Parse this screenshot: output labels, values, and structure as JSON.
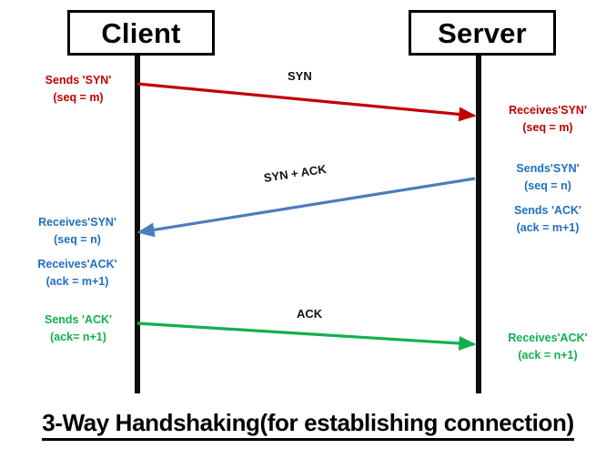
{
  "diagram": {
    "actors": {
      "client": "Client",
      "server": "Server"
    },
    "arrow_labels": {
      "first": "SYN",
      "second": "SYN + ACK",
      "third": "ACK"
    },
    "notes": {
      "client_sends_syn": {
        "line1": "Sends 'SYN'",
        "line2": "(seq = m)"
      },
      "server_receives_syn": {
        "line1": "Receives'SYN'",
        "line2": "(seq = m)"
      },
      "server_sends": {
        "line1": "Sends'SYN'",
        "line2": "(seq = n)",
        "line3": "Sends 'ACK'",
        "line4": "(ack = m+1)"
      },
      "client_receives": {
        "line1": "Receives'SYN'",
        "line2": "(seq = n)",
        "line3": "Receives'ACK'",
        "line4": "(ack = m+1)"
      },
      "client_sends_ack": {
        "line1": "Sends 'ACK'",
        "line2": "(ack= n+1)"
      },
      "server_receives_ack": {
        "line1": "Receives'ACK'",
        "line2": "(ack = n+1)"
      }
    },
    "caption": "3-Way Handshaking(for establishing connection)",
    "colors": {
      "syn": "#c00000",
      "syn_ack": "#4a7ebb",
      "ack": "#10b050",
      "lifeline": "#0d0d0d",
      "text": "#000000"
    }
  }
}
